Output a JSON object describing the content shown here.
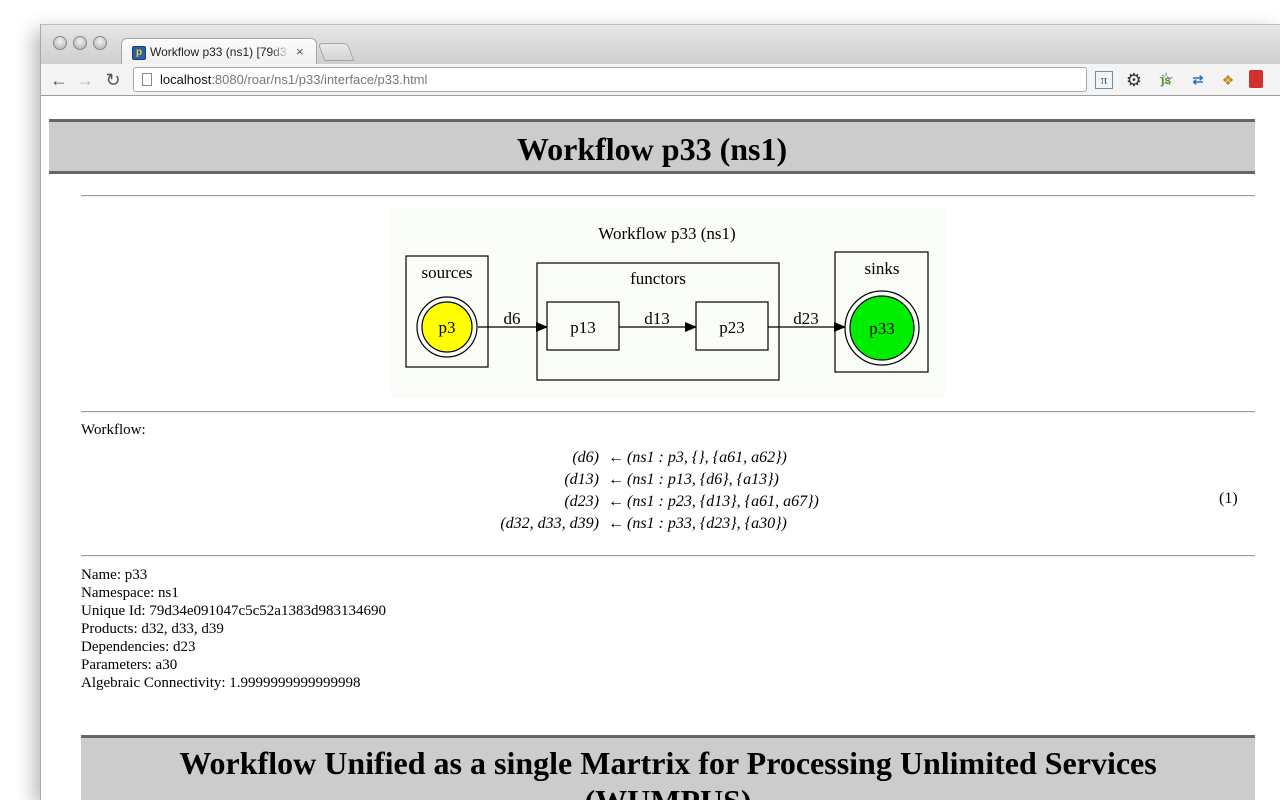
{
  "browser": {
    "tab_title": "Workflow p33 (ns1) [79d3",
    "tab_close": "×",
    "favicon_letter": "p",
    "url_host": "localhost",
    "url_rest": ":8080/roar/ns1/p33/interface/p33.html",
    "icons": [
      "back-icon",
      "forward-icon",
      "reload-icon",
      "star-icon",
      "pi-extension-icon",
      "settings-extension-icon",
      "js-extension-icon",
      "translate-extension-icon",
      "puzzle-extension-icon",
      "bookmark-extension-icon"
    ],
    "ext_pi": "π",
    "ext_js": "js"
  },
  "page": {
    "title": "Workflow p33 (ns1)",
    "graph": {
      "title": "Workflow p33 (ns1)",
      "clusters": {
        "sources": "sources",
        "functors": "functors",
        "sinks": "sinks"
      },
      "nodes": {
        "p3": "p3",
        "p13": "p13",
        "p23": "p23",
        "p33": "p33"
      },
      "edges": {
        "d6": "d6",
        "d13": "d13",
        "d23": "d23"
      },
      "colors": {
        "source": "#ffff00",
        "sink": "#00ee00",
        "background": "#fafcf8"
      }
    },
    "workflow_label": "Workflow:",
    "equations": [
      {
        "lhs": "(d6)",
        "arrow": "←",
        "rhs": "(ns1 : p3, {}, {a61, a62})"
      },
      {
        "lhs": "(d13)",
        "arrow": "←",
        "rhs": "(ns1 : p13, {d6}, {a13})"
      },
      {
        "lhs": "(d23)",
        "arrow": "←",
        "rhs": "(ns1 : p23, {d13}, {a61, a67})"
      },
      {
        "lhs": "(d32, d33, d39)",
        "arrow": "←",
        "rhs": "(ns1 : p33, {d23}, {a30})"
      }
    ],
    "equation_number": "(1)",
    "meta": {
      "name": "Name: p33",
      "namespace": "Namespace: ns1",
      "unique_id": "Unique Id: 79d34e091047c5c52a1383d983134690",
      "products": "Products: d32, d33, d39",
      "dependencies": "Dependencies: d23",
      "parameters": "Parameters: a30",
      "connectivity": "Algebraic Connectivity: 1.9999999999999998"
    },
    "section_title": "Workflow Unified as a single Martrix for Processing Unlimited Services (WUMPUS)"
  }
}
